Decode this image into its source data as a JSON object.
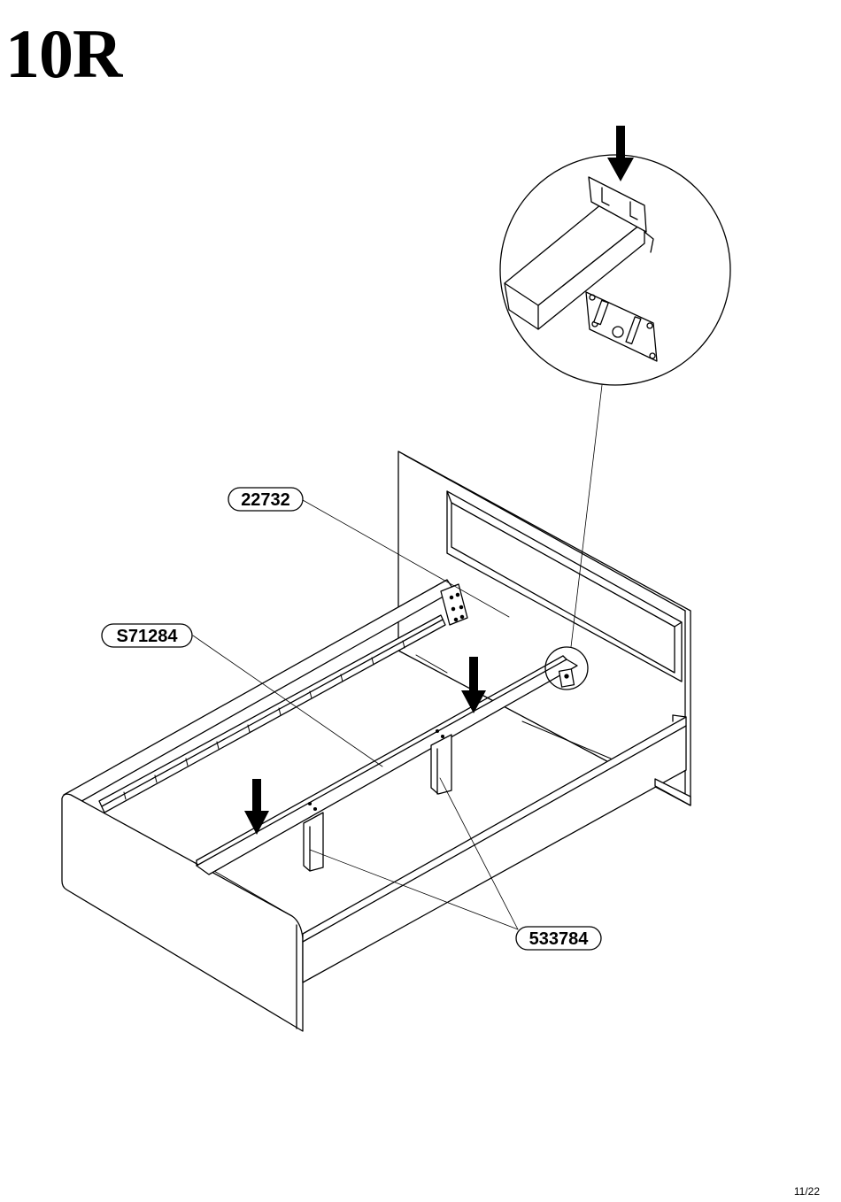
{
  "step": {
    "title": "10R"
  },
  "labels": {
    "headboard_part": "22732",
    "center_rail": "S71284",
    "legs": "533784"
  },
  "footer": {
    "page": "11/22"
  },
  "icons": [
    "arrow-down-icon",
    "detail-magnifier-icon"
  ]
}
